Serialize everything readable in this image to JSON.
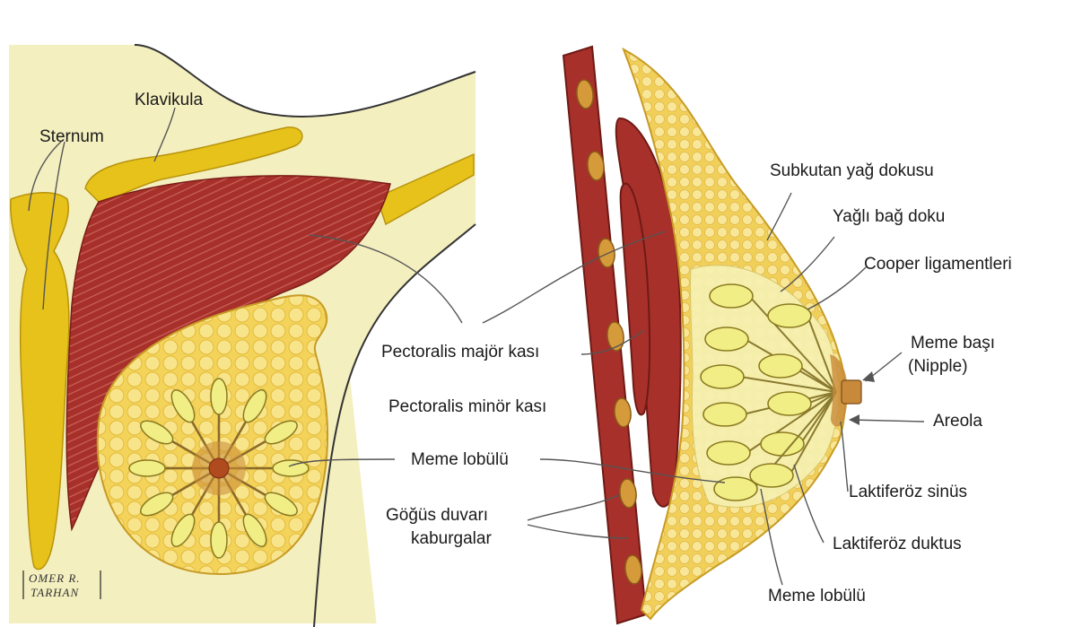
{
  "labels": {
    "sternum": "Sternum",
    "klavikula": "Klavikula",
    "subkutan": "Subkutan yağ dokusu",
    "yagli_bag": "Yağlı bağ doku",
    "cooper": "Cooper ligamentleri",
    "meme_basi_1": "Meme başı",
    "meme_basi_2": "(Nipple)",
    "pectoralis_major": "Pectoralis majör kası",
    "pectoralis_minor": "Pectoralis minör kası",
    "areola": "Areola",
    "meme_lobulu_left": "Meme lobülü",
    "laktiferoz_sinus": "Laktiferöz sinüs",
    "gogus_duvari_1": "Göğüs duvarı",
    "gogus_duvari_2": "kaburgalar",
    "laktiferoz_duktus": "Laktiferöz duktus",
    "meme_lobulu_right": "Meme lobülü"
  },
  "signature": {
    "line1": "OMER R.",
    "line2": "TARHAN"
  },
  "colors": {
    "skin": "#f4efbf",
    "bone": "#e6c21a",
    "muscle": "#a8302a",
    "fat": "#f5dc6a",
    "lobule": "#f2ee86",
    "areola": "#c88a3a"
  }
}
